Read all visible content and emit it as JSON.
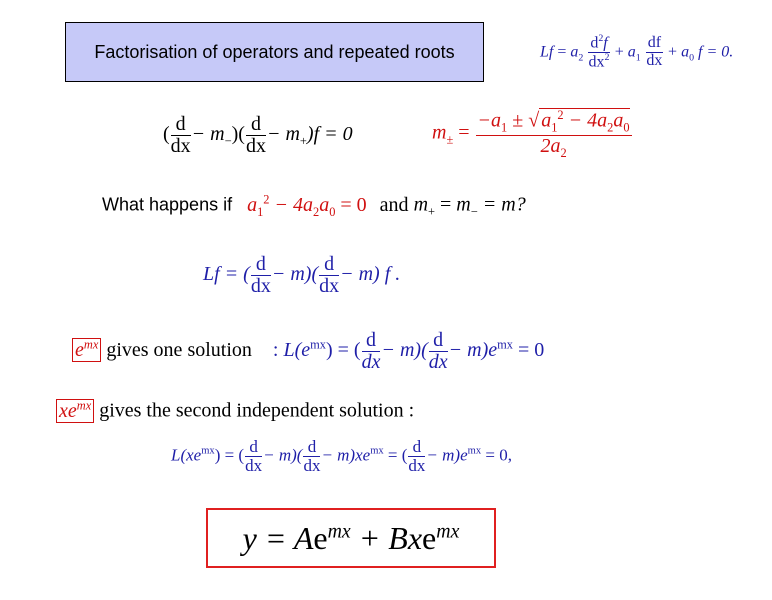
{
  "title": "Factorisation of operators and repeated roots",
  "operator_def": {
    "lhs": "Lf",
    "eq": "=",
    "a2": "a",
    "a2_sub": "2",
    "d2f_num": "d",
    "d2f_num_sup": "2",
    "d2f_num_f": "f",
    "d2f_den": "dx",
    "d2f_den_sup": "2",
    "plus": "+",
    "a1": "a",
    "a1_sub": "1",
    "df_num": "df",
    "df_den": "dx",
    "a0": "a",
    "a0_sub": "0",
    "tail": "f = 0."
  },
  "factored": {
    "open": "(",
    "d": "d",
    "dx": "dx",
    "minus_m_minus": "− m",
    "minus_sub": "−",
    "mid": ")(",
    "minus_m_plus": "− m",
    "plus_sub": "+",
    "close": ")f = 0"
  },
  "roots": {
    "m": "m",
    "pm_sub": "±",
    "eq": "=",
    "numerator": "−a",
    "num_a1_sub": "1",
    "pm": " ± ",
    "sqrt_a": "a",
    "sqrt_a_sub": "1",
    "sqrt_a_sup": "2",
    "sqrt_rest": " − 4a",
    "sqrt_a2_sub": "2",
    "sqrt_a0": "a",
    "sqrt_a0_sub": "0",
    "denominator": "2a",
    "den_sub": "2"
  },
  "question": {
    "prefix": "What happens if",
    "cond_a": "a",
    "cond_a_sub": "1",
    "cond_a_sup": "2",
    "cond_rest": " − 4a",
    "cond_a2_sub": "2",
    "cond_a0": "a",
    "cond_a0_sub": "0",
    "cond_eq": " = 0",
    "and": "and",
    "mp": "m",
    "mp_sub": "+",
    "eq1": " = ",
    "mm": "m",
    "mm_sub": "−",
    "eq2": " = m?"
  },
  "repeated": {
    "lhs": "Lf = (",
    "d": "d",
    "dx": "dx",
    "mid": "− m)(",
    "tail": "− m) f ."
  },
  "solution1": {
    "boxed_e": "e",
    "boxed_sup": "mx",
    "text": "gives one solution",
    "colon": ":",
    "lhs": "L(e",
    "lhs_sup": "mx",
    "lhs_close": ") = (",
    "d": "d",
    "dx": "dx",
    "mid": "− m)(",
    "tail": "− m)e",
    "tail_sup": "mx",
    "end": " = 0"
  },
  "solution2": {
    "boxed_xe": "xe",
    "boxed_sup": "mx",
    "text": "gives the second independent solution :"
  },
  "solution2_eq": {
    "lhs": "L(xe",
    "lhs_sup": "mx",
    "lhs_close": ") = (",
    "d": "d",
    "dx": "dx",
    "mid": "− m)(",
    "mid2": "− m)xe",
    "mid2_sup": "mx",
    "eq": " = (",
    "tail": "− m)e",
    "tail_sup": "mx",
    "end": " = 0,"
  },
  "final": {
    "y": "y",
    "eq": " = A",
    "e1": "e",
    "e1_sup": "mx",
    "plus": " + Bx",
    "e2": "e",
    "e2_sup": "mx"
  }
}
